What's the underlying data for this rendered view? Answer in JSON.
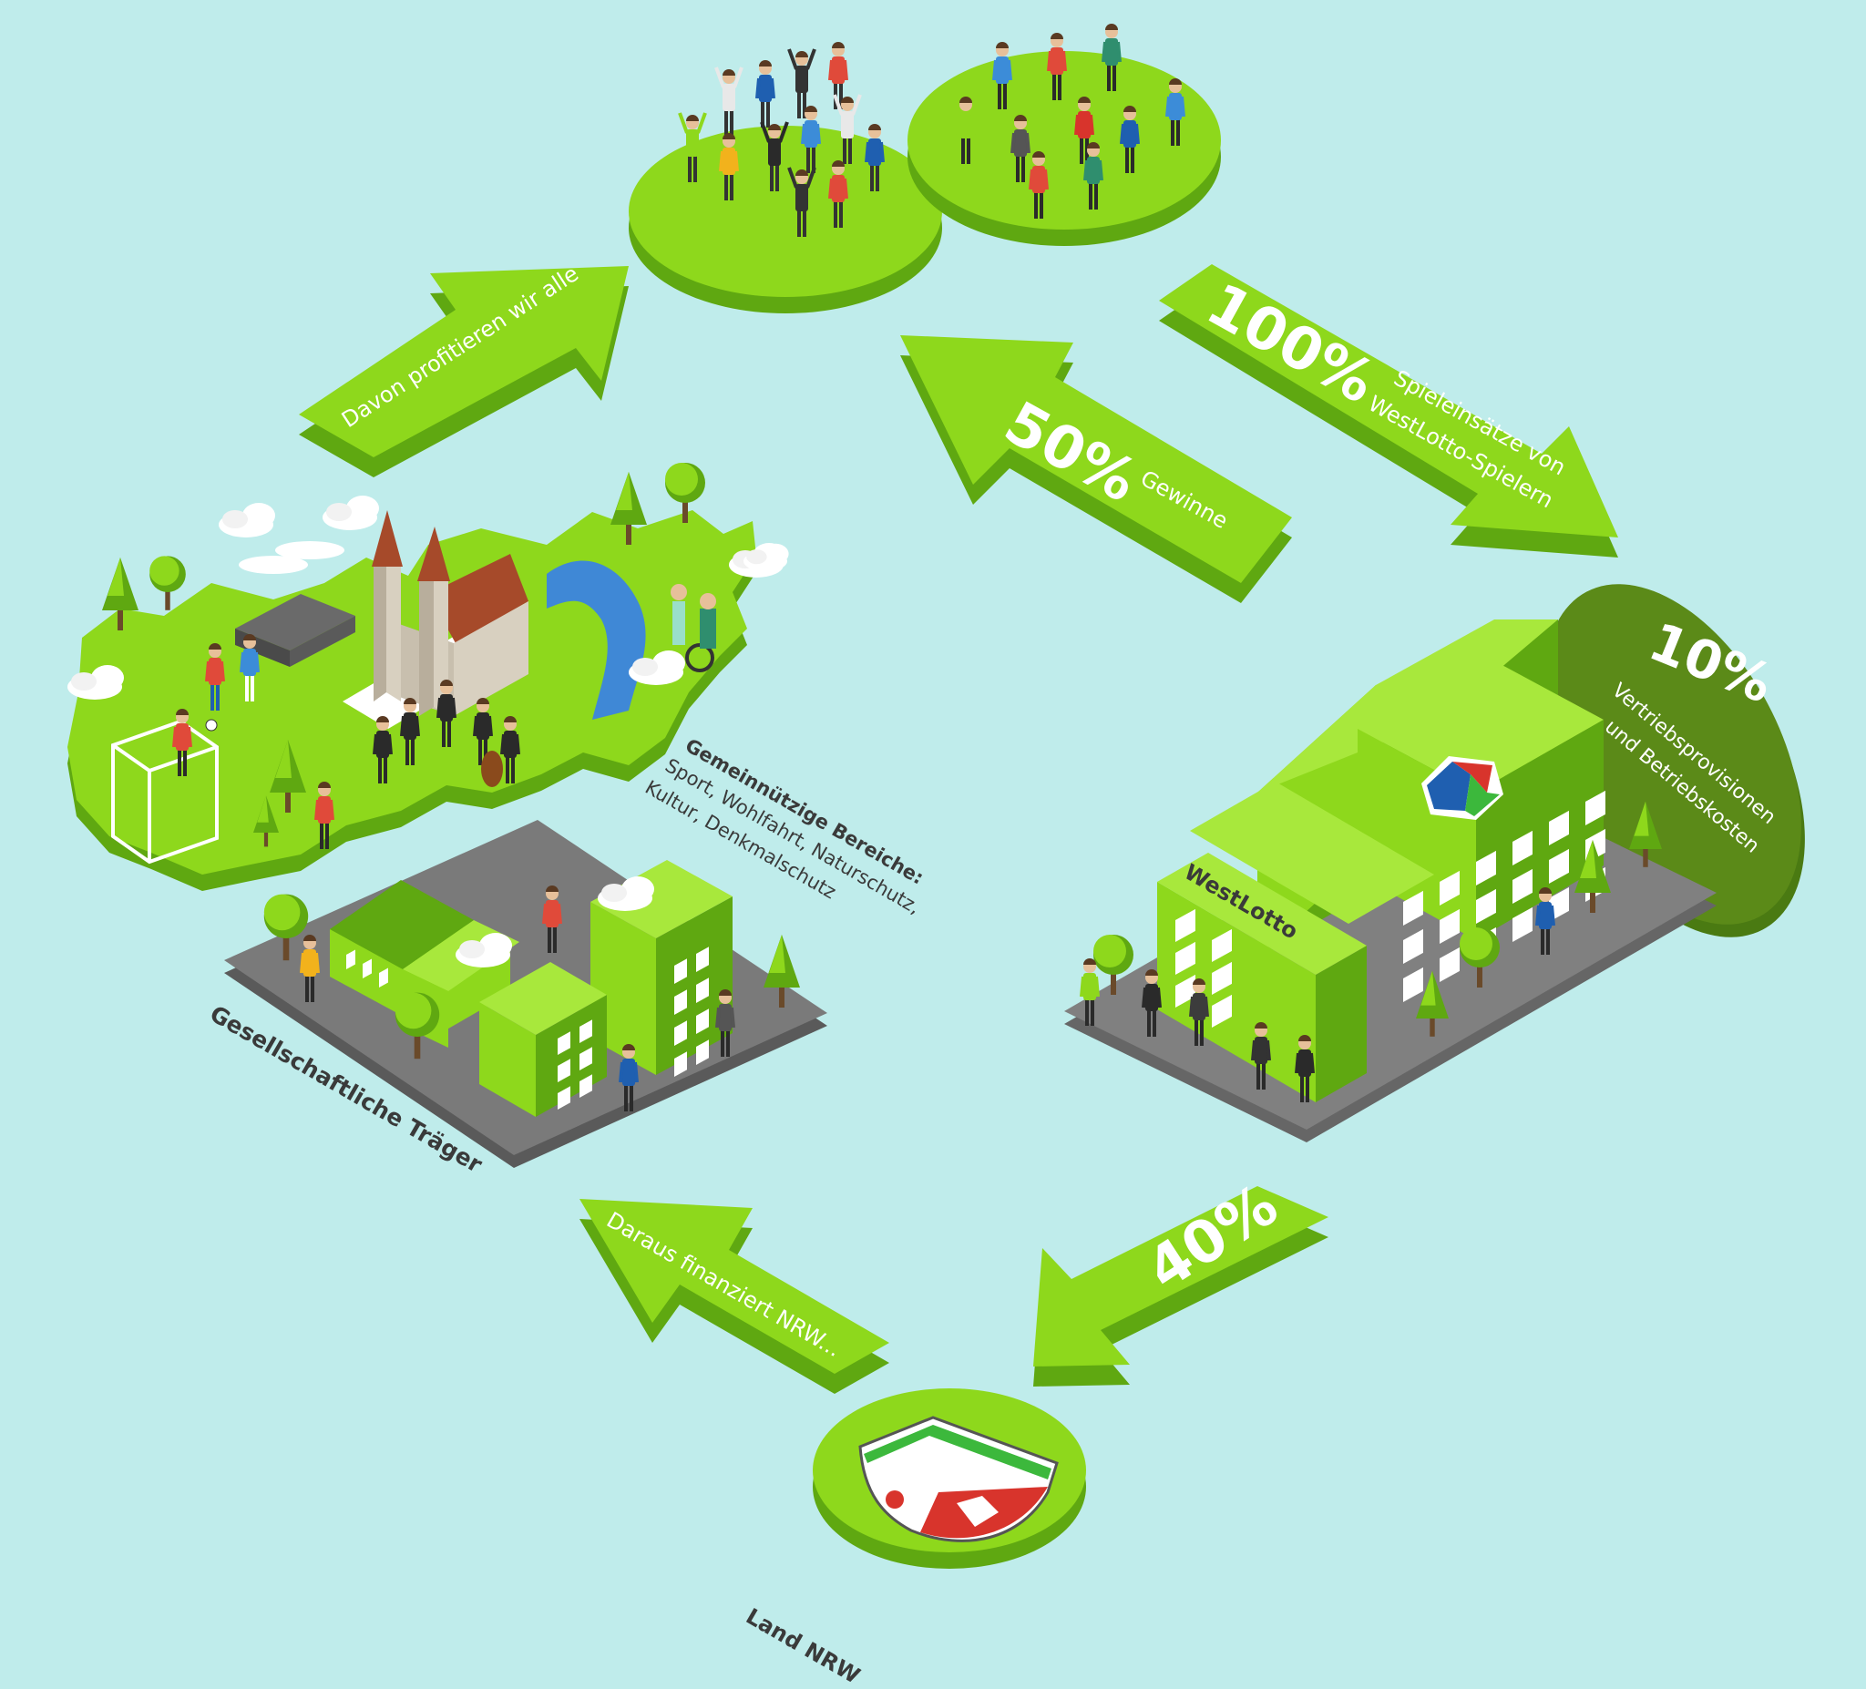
{
  "colors": {
    "background": "#bfeceb",
    "green": "#8ed81c",
    "green_dark": "#5fa811",
    "green_darker": "#4a8a0a",
    "olive": "#5b8a18",
    "road": "#7a7a7a",
    "text_dark": "#3a3a3a"
  },
  "arrows": {
    "top_left": {
      "text": "Davon profitieren wir alle"
    },
    "middle": {
      "percent": "50%",
      "text": "Gewinne"
    },
    "top_right": {
      "percent": "100%",
      "text_line1": "Spieleinsätze von",
      "text_line2": "WestLotto-Spielern"
    },
    "bottom_right": {
      "percent": "40%"
    },
    "bottom_left": {
      "text": "Daraus finanziert NRW..."
    }
  },
  "costs_badge": {
    "percent": "10%",
    "line1": "Vertriebsprovisionen",
    "line2": "und Betriebskosten"
  },
  "westlotto_building": {
    "sign": "WestLotto"
  },
  "areas": {
    "title": "Gemeinnützige Bereiche:",
    "line1": "Sport, Wohlfahrt, Naturschutz,",
    "line2": "Kultur, Denkmalschutz"
  },
  "traeger_label": "Gesellschaftliche Träger",
  "nrw_label": "Land NRW",
  "icons": [
    "crowd-winners",
    "crowd-players",
    "church-icon",
    "ballet-icon",
    "soccer-goal-icon",
    "orchestra-icon",
    "wheelchair-icon",
    "tree-icon",
    "cloud-icon",
    "westlotto-logo-icon",
    "nrw-coat-of-arms-icon"
  ]
}
